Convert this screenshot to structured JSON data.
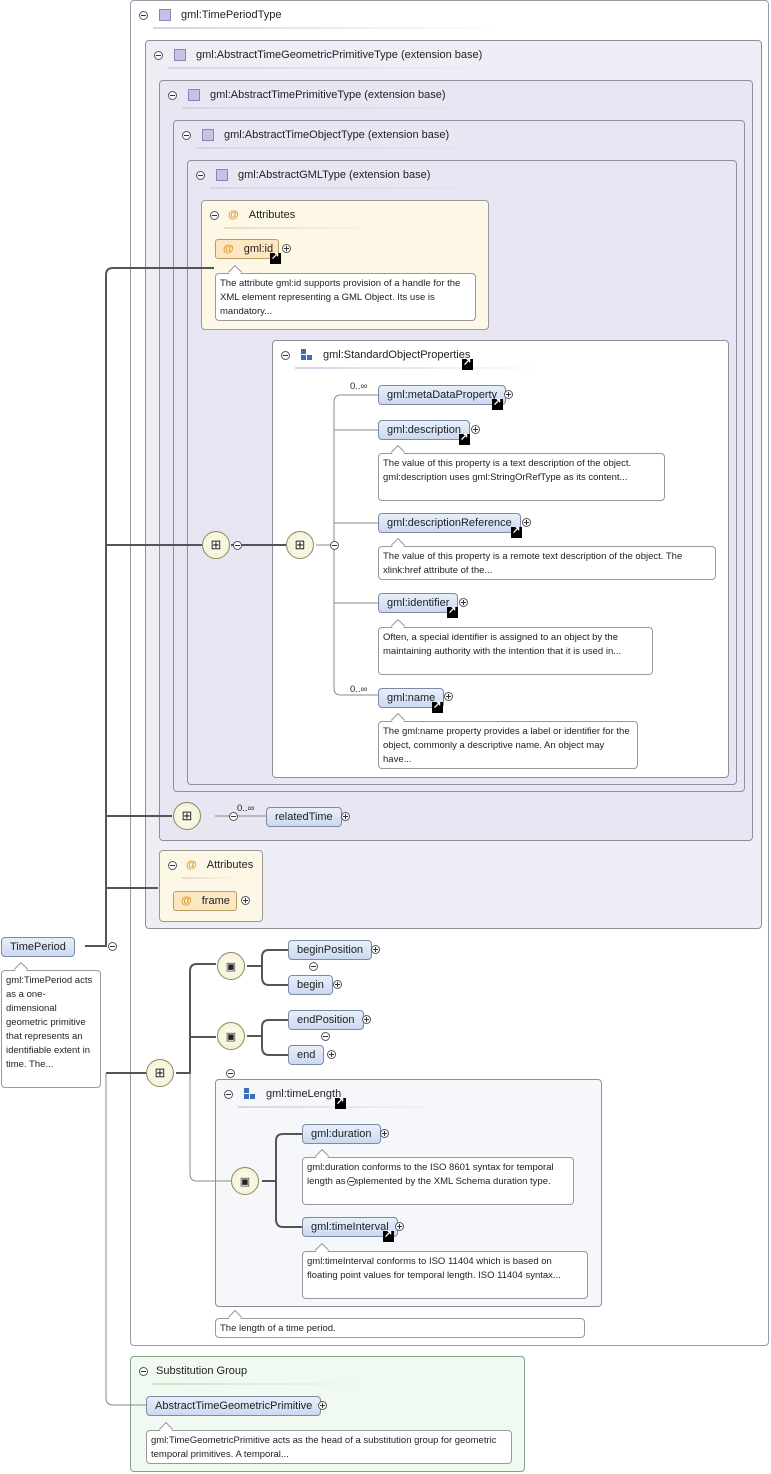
{
  "root": {
    "element": "TimePeriod",
    "doc": "gml:TimePeriod acts as a one-dimensional geometric primitive that represents an identifiable extent in time. The..."
  },
  "complexType": {
    "label": "gml:TimePeriodType",
    "base1": "gml:AbstractTimeGeometricPrimitiveType (extension base)",
    "base2": "gml:AbstractTimePrimitiveType (extension base)",
    "base3": "gml:AbstractTimeObjectType (extension base)",
    "base4": "gml:AbstractGMLType (extension base)"
  },
  "gmlAttributes": {
    "title": "Attributes",
    "attr": "gml:id",
    "doc": "The attribute gml:id supports provision of a handle for the XML element representing a GML Object. Its use is mandatory..."
  },
  "standardProps": {
    "title": "gml:StandardObjectProperties",
    "metaDataProperty": {
      "label": "gml:metaDataProperty",
      "card": "0..∞"
    },
    "description": {
      "label": "gml:description",
      "doc": "The value of this property is a text description of the object. gml:description uses gml:StringOrRefType as its content..."
    },
    "descriptionReference": {
      "label": "gml:descriptionReference",
      "doc": "The value of this property is a remote text description of the object. The xlink:href attribute of the..."
    },
    "identifier": {
      "label": "gml:identifier",
      "doc": "Often, a special identifier is assigned to an object by the maintaining authority with the intention that it is used in..."
    },
    "name": {
      "label": "gml:name",
      "card": "0..∞",
      "doc": "The gml:name property provides a label or identifier for the object, commonly a descriptive name. An object may have..."
    }
  },
  "relatedTime": {
    "label": "relatedTime",
    "card": "0..∞"
  },
  "primAttributes": {
    "title": "Attributes",
    "attr": "frame"
  },
  "positions": {
    "beginPosition": "beginPosition",
    "begin": "begin",
    "endPosition": "endPosition",
    "end": "end"
  },
  "timeLength": {
    "title": "gml:timeLength",
    "duration": {
      "label": "gml:duration",
      "doc": "gml:duration conforms to the ISO 8601 syntax for temporal length as implemented by the XML Schema duration type."
    },
    "timeInterval": {
      "label": "gml:timeInterval",
      "doc": "gml:timeInterval conforms to ISO 11404 which is based on floating point values for temporal length. ISO 11404 syntax..."
    },
    "doc": "The length of a time period."
  },
  "substitutionGroup": {
    "title": "Substitution Group",
    "element": "AbstractTimeGeometricPrimitive",
    "doc": "gml:TimeGeometricPrimitive acts as the head of a substitution group for geometric temporal primitives. A temporal..."
  }
}
